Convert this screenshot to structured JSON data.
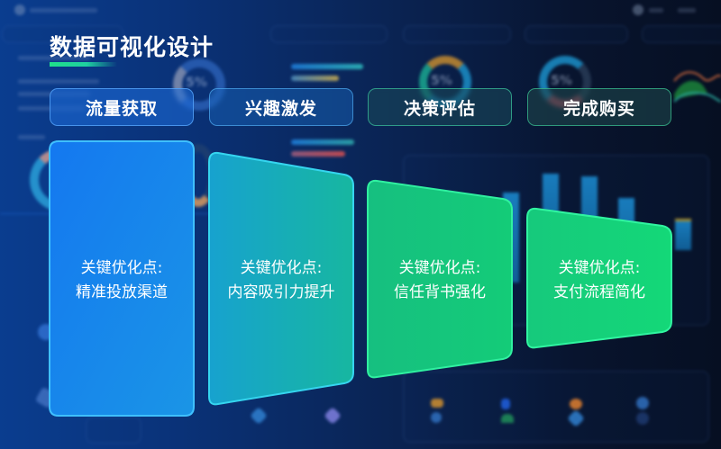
{
  "title": "数据可视化设计",
  "colors": {
    "accent_green": "#1fe08a",
    "stage1": "#1a7fe8",
    "stage2": "#17a7c4",
    "stage3": "#16c77e",
    "stage4": "#14d67a"
  },
  "stages": [
    {
      "label": "流量获取",
      "key_point_label": "关键优化点:",
      "key_point": "精准投放渠道"
    },
    {
      "label": "兴趣激发",
      "key_point_label": "关键优化点:",
      "key_point": "内容吸引力提升"
    },
    {
      "label": "决策评估",
      "key_point_label": "关键优化点:",
      "key_point": "信任背书强化"
    },
    {
      "label": "完成购买",
      "key_point_label": "关键优化点:",
      "key_point": "支付流程简化"
    }
  ],
  "background": {
    "donut_labels": [
      "5%",
      "5%",
      "5%"
    ]
  }
}
